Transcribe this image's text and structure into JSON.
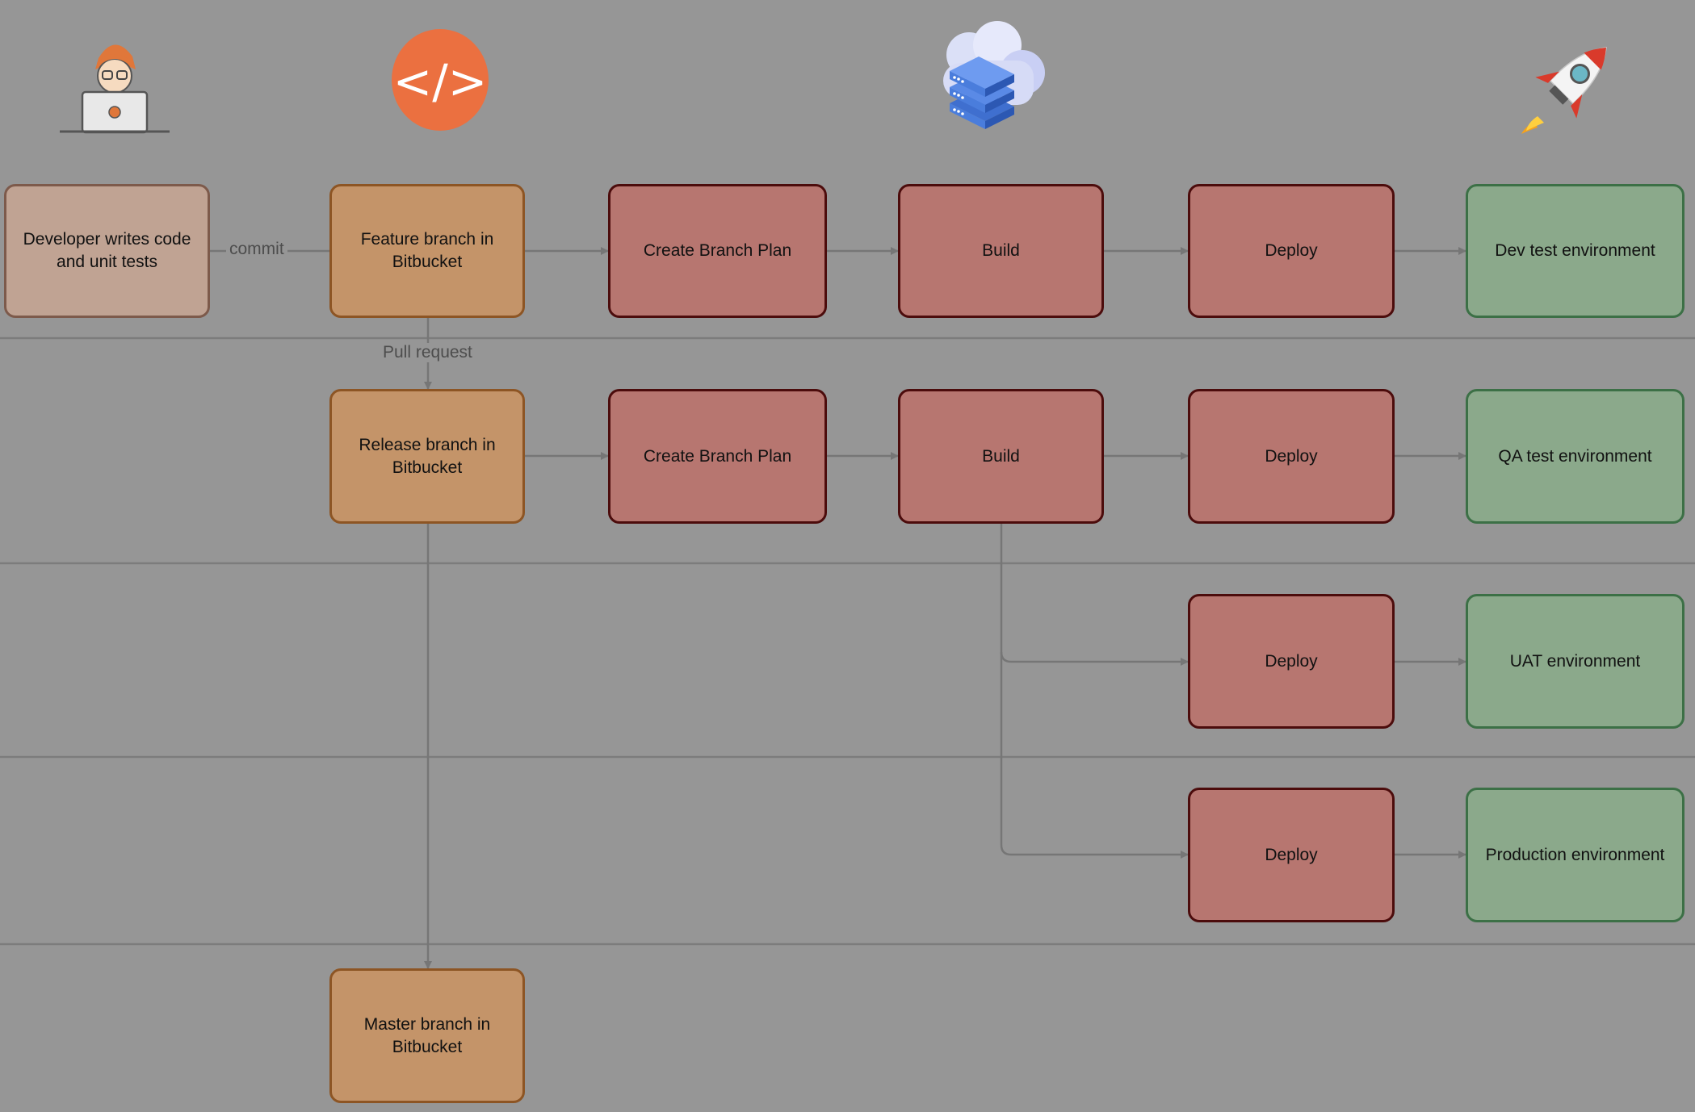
{
  "colors": {
    "background": "#969696",
    "developer_fill": "#c0a393",
    "repo_fill": "#c49469",
    "job_fill": "#b77670",
    "env_fill": "#8ba98b",
    "connector": "#767676"
  },
  "icons": {
    "developer": "developer-laptop-icon",
    "code": "code-brackets-icon",
    "cloud": "cloud-server-icon",
    "rocket": "rocket-icon",
    "code_glyph": "</>"
  },
  "nodes": {
    "developer": {
      "label": "Developer writes code and unit tests"
    },
    "feature_branch": {
      "label": "Feature branch in Bitbucket"
    },
    "release_branch": {
      "label": "Release branch in Bitbucket"
    },
    "master_branch": {
      "label": "Master branch in Bitbucket"
    },
    "plan_1": {
      "label": "Create Branch Plan"
    },
    "plan_2": {
      "label": "Create Branch Plan"
    },
    "build_1": {
      "label": "Build"
    },
    "build_2": {
      "label": "Build"
    },
    "deploy_1": {
      "label": "Deploy"
    },
    "deploy_2": {
      "label": "Deploy"
    },
    "deploy_3": {
      "label": "Deploy"
    },
    "deploy_4": {
      "label": "Deploy"
    },
    "env_dev": {
      "label": "Dev test environment"
    },
    "env_qa": {
      "label": "QA test environment"
    },
    "env_uat": {
      "label": "UAT environment"
    },
    "env_prod": {
      "label": "Production environment"
    }
  },
  "edges": {
    "commit": "commit",
    "pull_request": "Pull request"
  }
}
